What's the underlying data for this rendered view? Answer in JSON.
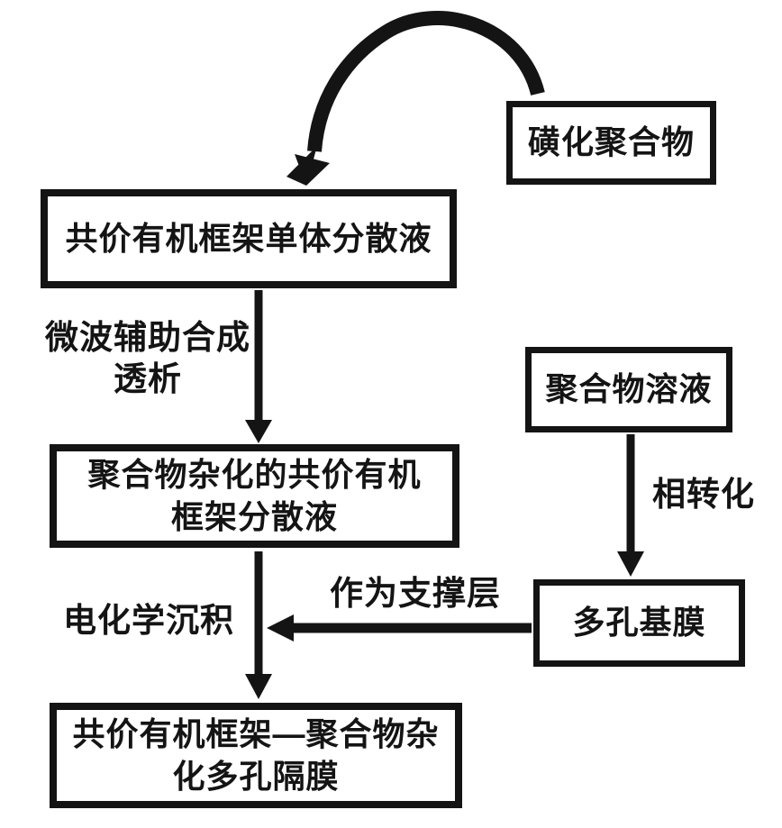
{
  "colors": {
    "ink": "#141414",
    "background": "#ffffff"
  },
  "boxes": {
    "sulfonated_polymer": {
      "label": "磺化聚合物"
    },
    "cof_monomer_dispersion": {
      "label": "共价有机框架单体分散液"
    },
    "hybrid_dispersion": {
      "line1": "聚合物杂化的共价有机",
      "line2": "框架分散液"
    },
    "polymer_solution": {
      "label": "聚合物溶液"
    },
    "porous_base_membrane": {
      "label": "多孔基膜"
    },
    "final_separator": {
      "line1": "共价有机框架—聚合物杂",
      "line2": "化多孔隔膜"
    }
  },
  "labels": {
    "microwave_line1": "微波辅助合成",
    "microwave_line2": "透析",
    "electrodeposition": "电化学沉积",
    "support_layer": "作为支撑层",
    "phase_inversion": "相转化"
  }
}
